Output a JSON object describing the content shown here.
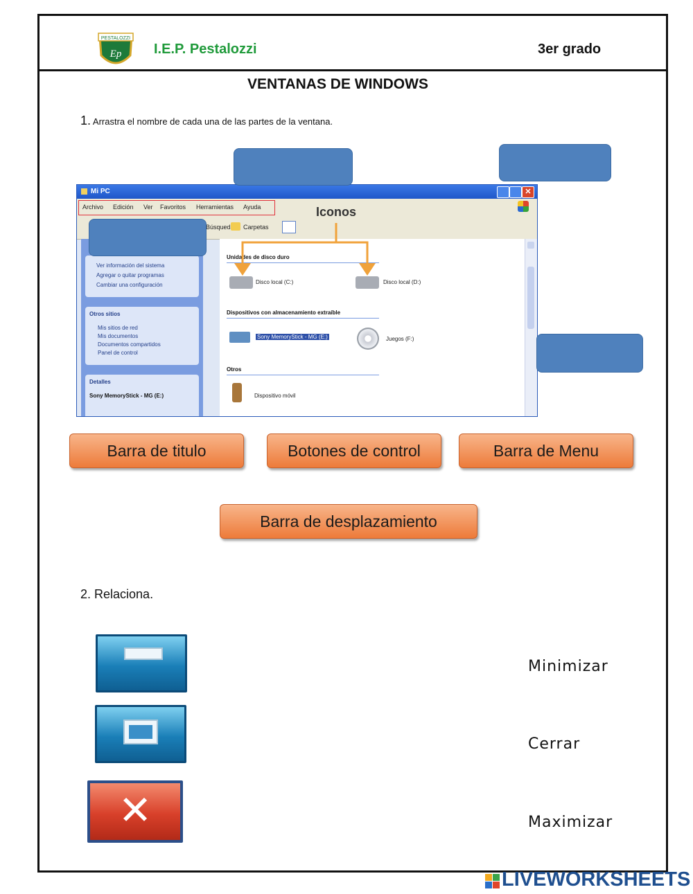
{
  "header": {
    "school": "I.E.P. Pestalozzi",
    "grade": "3er grado",
    "logo_text": "PESTALOZZI",
    "logo_monogram": "Ep"
  },
  "title": "VENTANAS DE WINDOWS",
  "question1": {
    "number": "1.",
    "text": "Arrastra el nombre de cada una de las partes de la ventana."
  },
  "window": {
    "title": "Mi PC",
    "menu": [
      "Archivo",
      "Edición",
      "Ver",
      "Favoritos",
      "Herramientas",
      "Ayuda"
    ],
    "toolbar": [
      "Búsqueda",
      "Carpetas"
    ],
    "iconos_label": "Iconos",
    "side_tasks": [
      "Ver información del sistema",
      "Agregar o quitar programas",
      "Cambiar una configuración"
    ],
    "otros_sitios_title": "Otros sitios",
    "otros_sitios": [
      "Mis sitios de red",
      "Mis documentos",
      "Documentos compartidos",
      "Panel de control"
    ],
    "detalles_title": "Detalles",
    "detalles_sub": "Sony MemoryStick - MG (E:)",
    "section_hard": "Unidades de disco duro",
    "disk_c": "Disco local (C:)",
    "disk_d": "Disco local (D:)",
    "section_removable": "Dispositivos con almacenamiento extraíble",
    "mem": "Sony MemoryStick - MG (E:)",
    "games": "Juegos (F:)",
    "section_other": "Otros",
    "device": "Dispositivo móvil"
  },
  "labels": {
    "barra_titulo": "Barra de titulo",
    "botones_control": "Botones de control",
    "barra_menu": "Barra de Menu",
    "barra_desplazamiento": "Barra de desplazamiento"
  },
  "question2": {
    "text": "2. Relaciona."
  },
  "relate_words": [
    "Minimizar",
    "Cerrar",
    "Maximizar"
  ],
  "footer": {
    "brand": "LIVEWORKSHEETS"
  },
  "colors": {
    "dropbox": "#4f81bd",
    "label": "#ed7b3a",
    "school": "#1f9a3a"
  }
}
